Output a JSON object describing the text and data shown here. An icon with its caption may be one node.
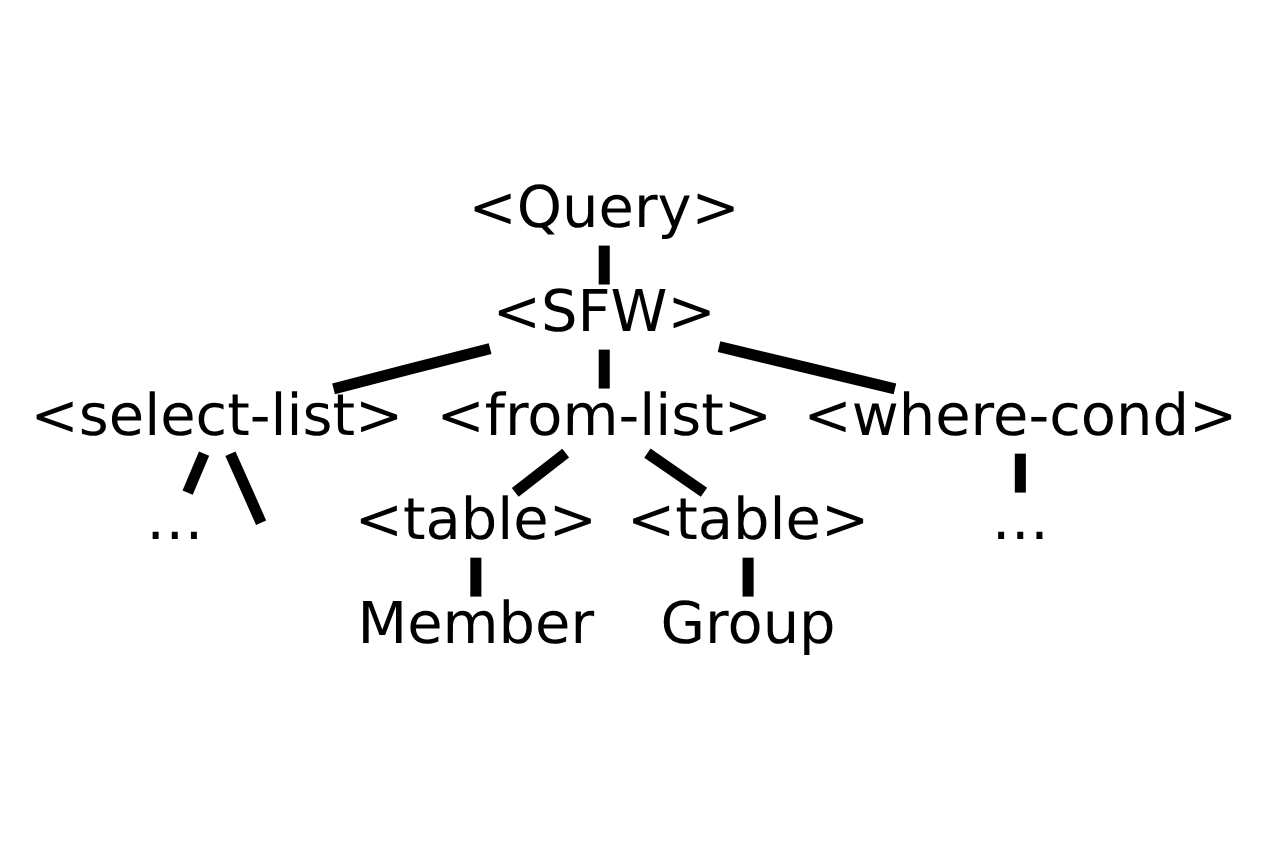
{
  "diagram": {
    "nodes": [
      {
        "text": [
          "<Query>"
        ]
      },
      {
        "text": [
          "<SFW>"
        ]
      },
      {
        "text": [
          "<select-list>"
        ]
      },
      {
        "text": [
          "<from-list>"
        ]
      },
      {
        "text": [
          "<where-cond>"
        ]
      },
      {
        "text": [
          "…"
        ]
      },
      {
        "text": [
          "<table>"
        ]
      },
      {
        "text": [
          "<table>"
        ]
      },
      {
        "text": [
          "…"
        ]
      },
      {
        "text": [
          "Member"
        ]
      },
      {
        "text": [
          "Group"
        ]
      }
    ],
    "edges": [
      {
        "from": 0,
        "to": 1,
        "arrow": "none"
      },
      {
        "from": 1,
        "to": 2,
        "arrow": "none"
      },
      {
        "from": 1,
        "to": 3,
        "arrow": "none"
      },
      {
        "from": 1,
        "to": 4,
        "arrow": "none"
      },
      {
        "from": 2,
        "to": 5,
        "arrow": "none"
      },
      {
        "from": 2,
        "to": null,
        "arrow": "none"
      },
      {
        "from": 3,
        "to": 6,
        "arrow": "none"
      },
      {
        "from": 3,
        "to": 7,
        "arrow": "none"
      },
      {
        "from": 4,
        "to": 8,
        "arrow": "none"
      },
      {
        "from": 6,
        "to": 9,
        "arrow": "none"
      },
      {
        "from": 7,
        "to": 10,
        "arrow": "none"
      }
    ]
  }
}
